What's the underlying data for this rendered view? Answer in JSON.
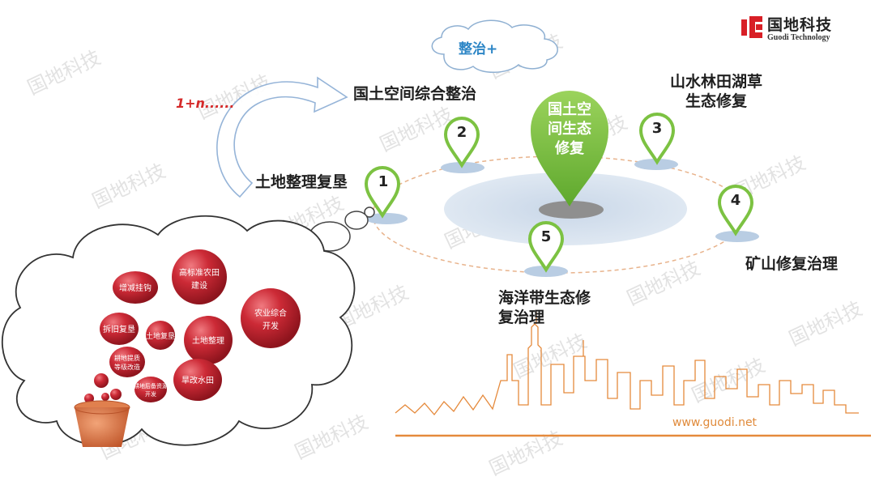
{
  "brand": {
    "name": "国地科技",
    "english": "Guodi Technology"
  },
  "cloud": {
    "label": "整治+"
  },
  "formula": "1+n......",
  "center_pin": {
    "label": "国土空间生态修复"
  },
  "pins": [
    {
      "number": "1",
      "label": "土地整理复垦"
    },
    {
      "number": "2",
      "label": "国土空间综合整治"
    },
    {
      "number": "3",
      "label": "山水林田湖草生态修复"
    },
    {
      "number": "4",
      "label": "矿山修复治理"
    },
    {
      "number": "5",
      "label": "海洋带生态修复治理"
    }
  ],
  "balls": [
    {
      "label": "增减挂钩"
    },
    {
      "label": "高标准农田建设"
    },
    {
      "label": "农业综合开发"
    },
    {
      "label": "拆旧复垦"
    },
    {
      "label": "土地复垦"
    },
    {
      "label": "土地整理"
    },
    {
      "label": "耕地提质等级改造"
    },
    {
      "label": "旱改水田"
    },
    {
      "label": "耕地后备资源开发"
    }
  ],
  "website": "www.guodi.net",
  "watermark": "国地科技",
  "colors": {
    "pin_green": "#7cc242",
    "ball_red": "#c8202c",
    "skyline": "#e58a3c",
    "brand_red": "#d81f26"
  }
}
